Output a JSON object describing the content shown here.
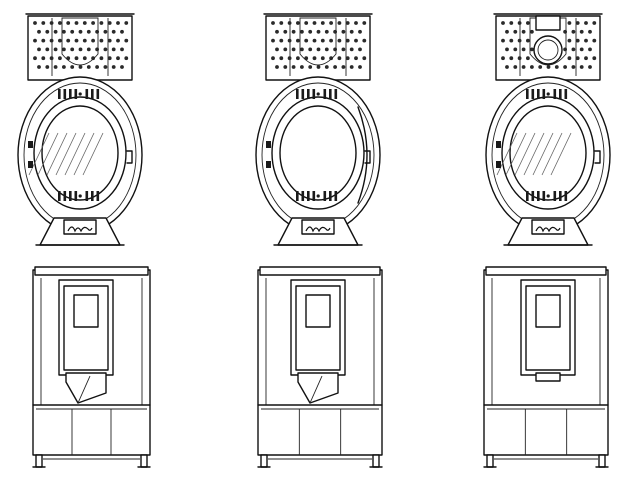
{
  "figure": {
    "background": "#ffffff",
    "line_color": "#111111",
    "views": [
      {
        "name": "front-view-glass-door",
        "row": "front",
        "column": 1,
        "door": "glass",
        "top_feature": "none"
      },
      {
        "name": "front-view-open-door",
        "row": "front",
        "column": 2,
        "door": "open",
        "top_feature": "none"
      },
      {
        "name": "front-view-flue-outlet",
        "row": "front",
        "column": 3,
        "door": "glass",
        "top_feature": "flue-outlet"
      },
      {
        "name": "section-view-ash-hopper",
        "row": "section",
        "column": 1,
        "hopper": "angled"
      },
      {
        "name": "section-view-ash-hopper-center",
        "row": "section",
        "column": 2,
        "hopper": "angled"
      },
      {
        "name": "section-view-ash-tray",
        "row": "section",
        "column": 3,
        "hopper": "tray"
      }
    ]
  }
}
